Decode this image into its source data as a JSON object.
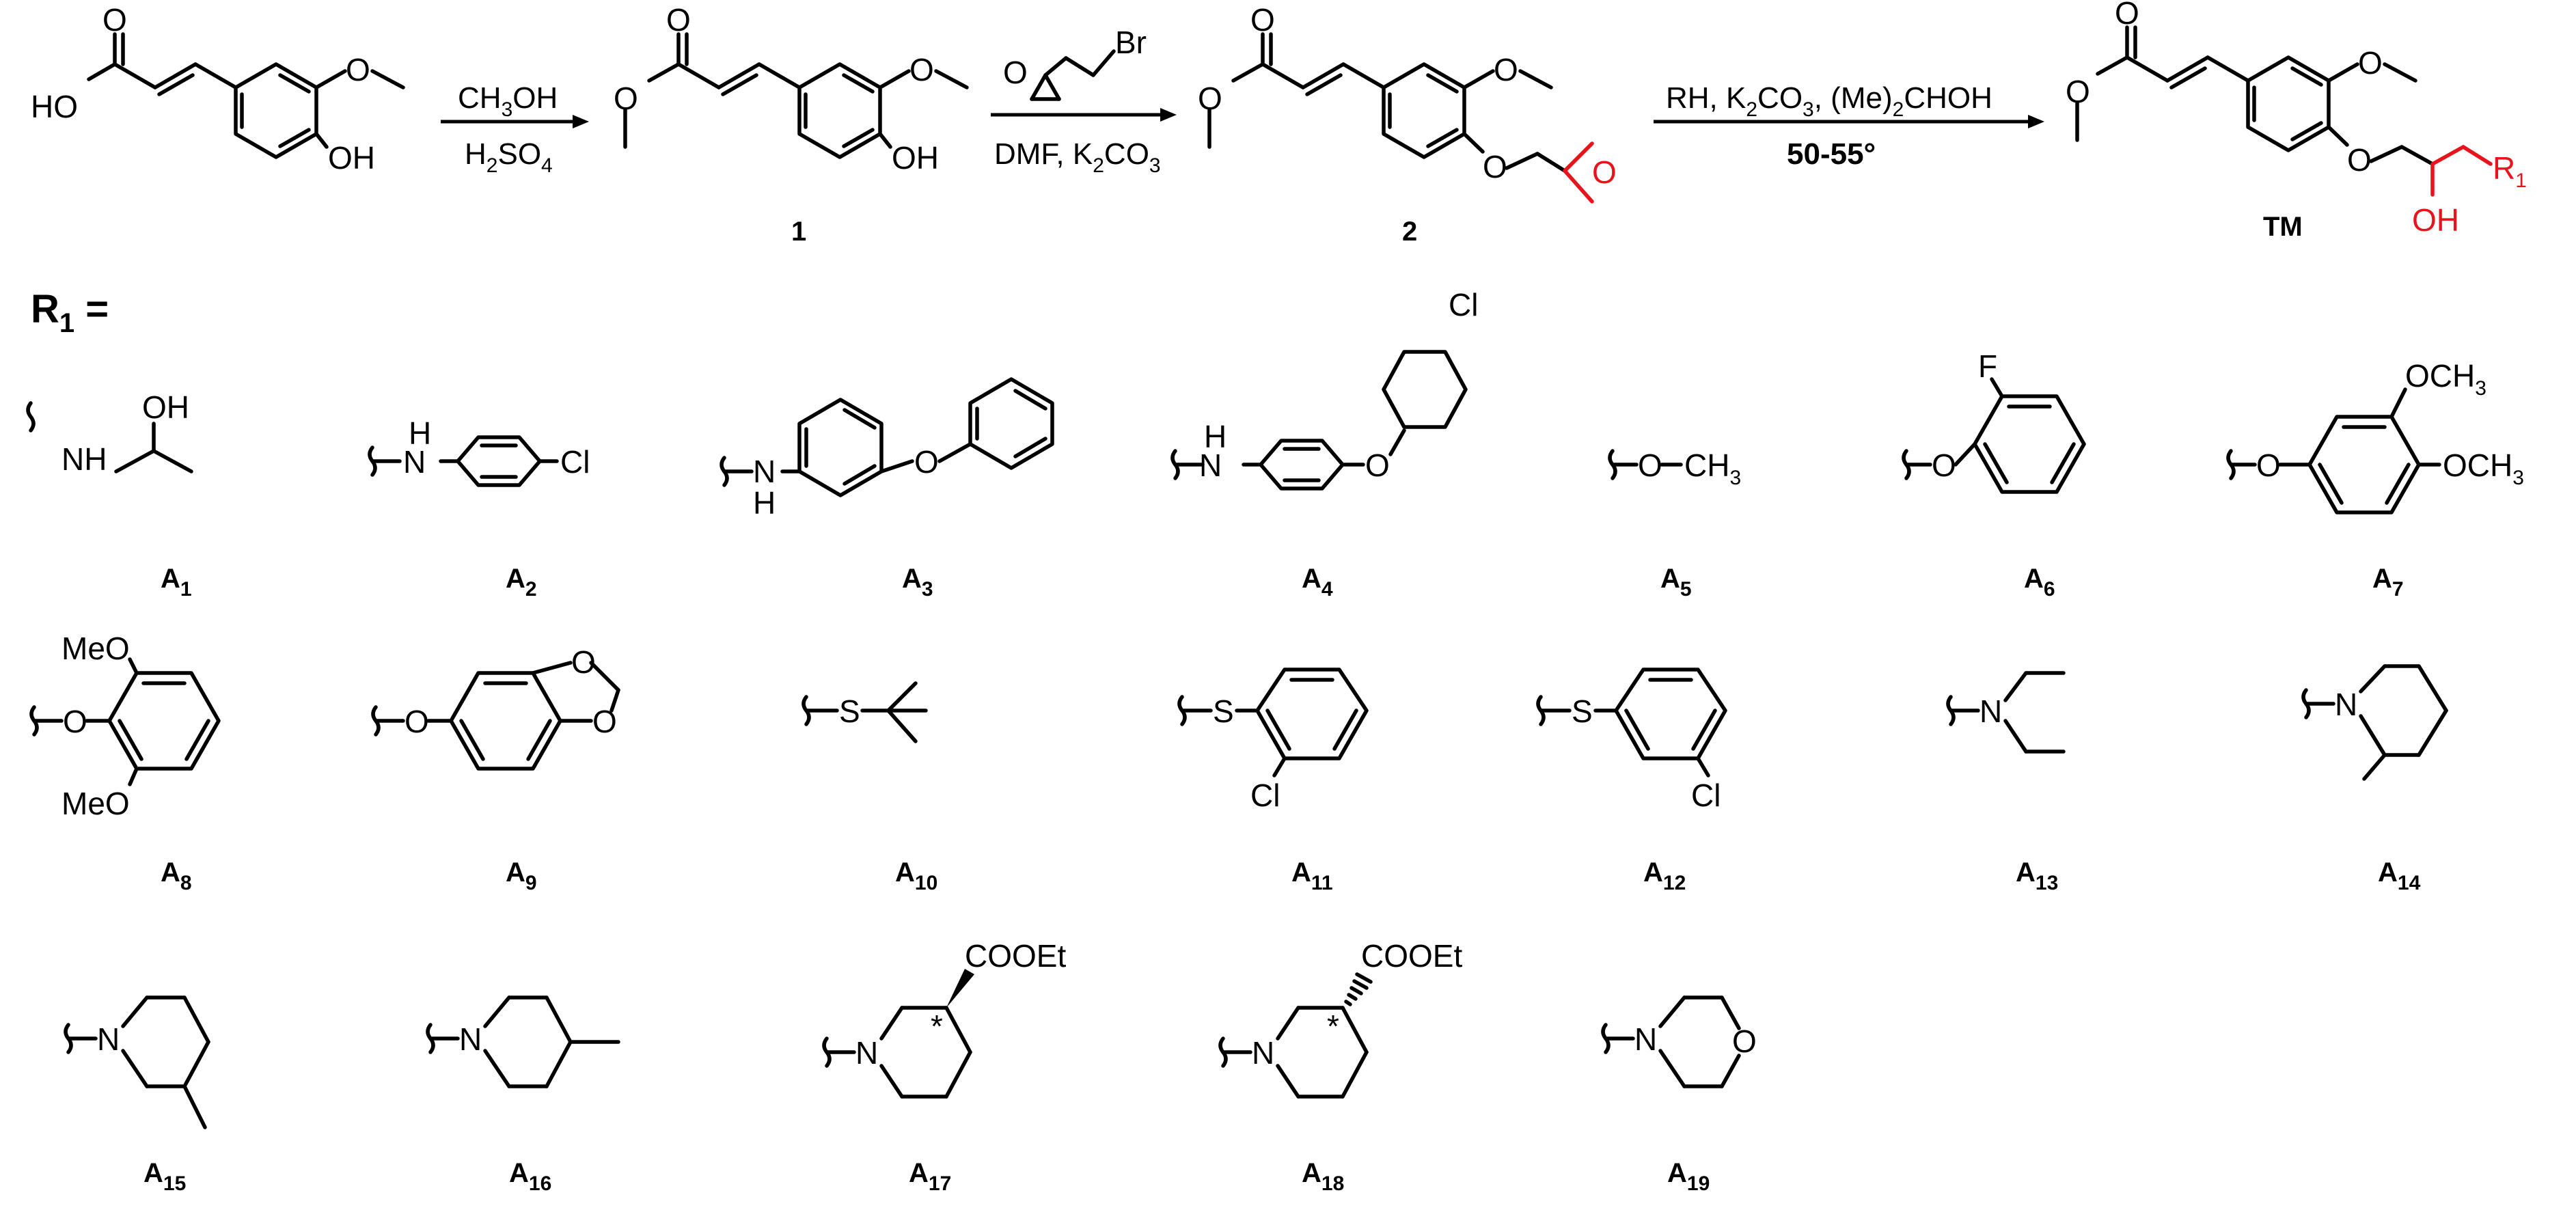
{
  "atoms": {
    "O": "O",
    "OH": "OH",
    "HO": "HO",
    "NH": "NH",
    "N": "N",
    "H": "H",
    "Cl": "Cl",
    "F": "F",
    "S": "S",
    "Br": "Br",
    "MeO": "MeO",
    "OCH": "OCH",
    "CH": "CH",
    "three": "3",
    "COOEt": "COOEt",
    "star": "*",
    "R": "R",
    "one": "1"
  },
  "scheme": {
    "step1_top_a": "CH",
    "step1_top_b": "3",
    "step1_top_c": "OH",
    "step1_bot_a": "H",
    "step1_bot_b": "2",
    "step1_bot_c": "SO",
    "step1_bot_d": "4",
    "step2_bot_a": "DMF,  K",
    "step2_bot_b": "2",
    "step2_bot_c": "CO",
    "step2_bot_d": "3",
    "step3_top_a": "RH, K",
    "step3_top_b": "2",
    "step3_top_c": "CO",
    "step3_top_d": "3",
    "step3_top_e": ", (Me)",
    "step3_top_f": "2",
    "step3_top_g": "CHOH",
    "step3_bot": "50-55°",
    "label_1": "1",
    "label_2": "2",
    "label_tm": "TM",
    "r1_header": "R",
    "r1_header_sub": "1",
    "r1_header_eq": " ="
  },
  "substituents": [
    {
      "id": "A",
      "sub": "1"
    },
    {
      "id": "A",
      "sub": "2"
    },
    {
      "id": "A",
      "sub": "3"
    },
    {
      "id": "A",
      "sub": "4"
    },
    {
      "id": "A",
      "sub": "5"
    },
    {
      "id": "A",
      "sub": "6"
    },
    {
      "id": "A",
      "sub": "7"
    },
    {
      "id": "A",
      "sub": "8"
    },
    {
      "id": "A",
      "sub": "9"
    },
    {
      "id": "A",
      "sub": "10"
    },
    {
      "id": "A",
      "sub": "11"
    },
    {
      "id": "A",
      "sub": "12"
    },
    {
      "id": "A",
      "sub": "13"
    },
    {
      "id": "A",
      "sub": "14"
    },
    {
      "id": "A",
      "sub": "15"
    },
    {
      "id": "A",
      "sub": "16"
    },
    {
      "id": "A",
      "sub": "17"
    },
    {
      "id": "A",
      "sub": "18"
    },
    {
      "id": "A",
      "sub": "19"
    }
  ],
  "colors": {
    "highlight": "#e8141b",
    "ink": "#000000"
  }
}
